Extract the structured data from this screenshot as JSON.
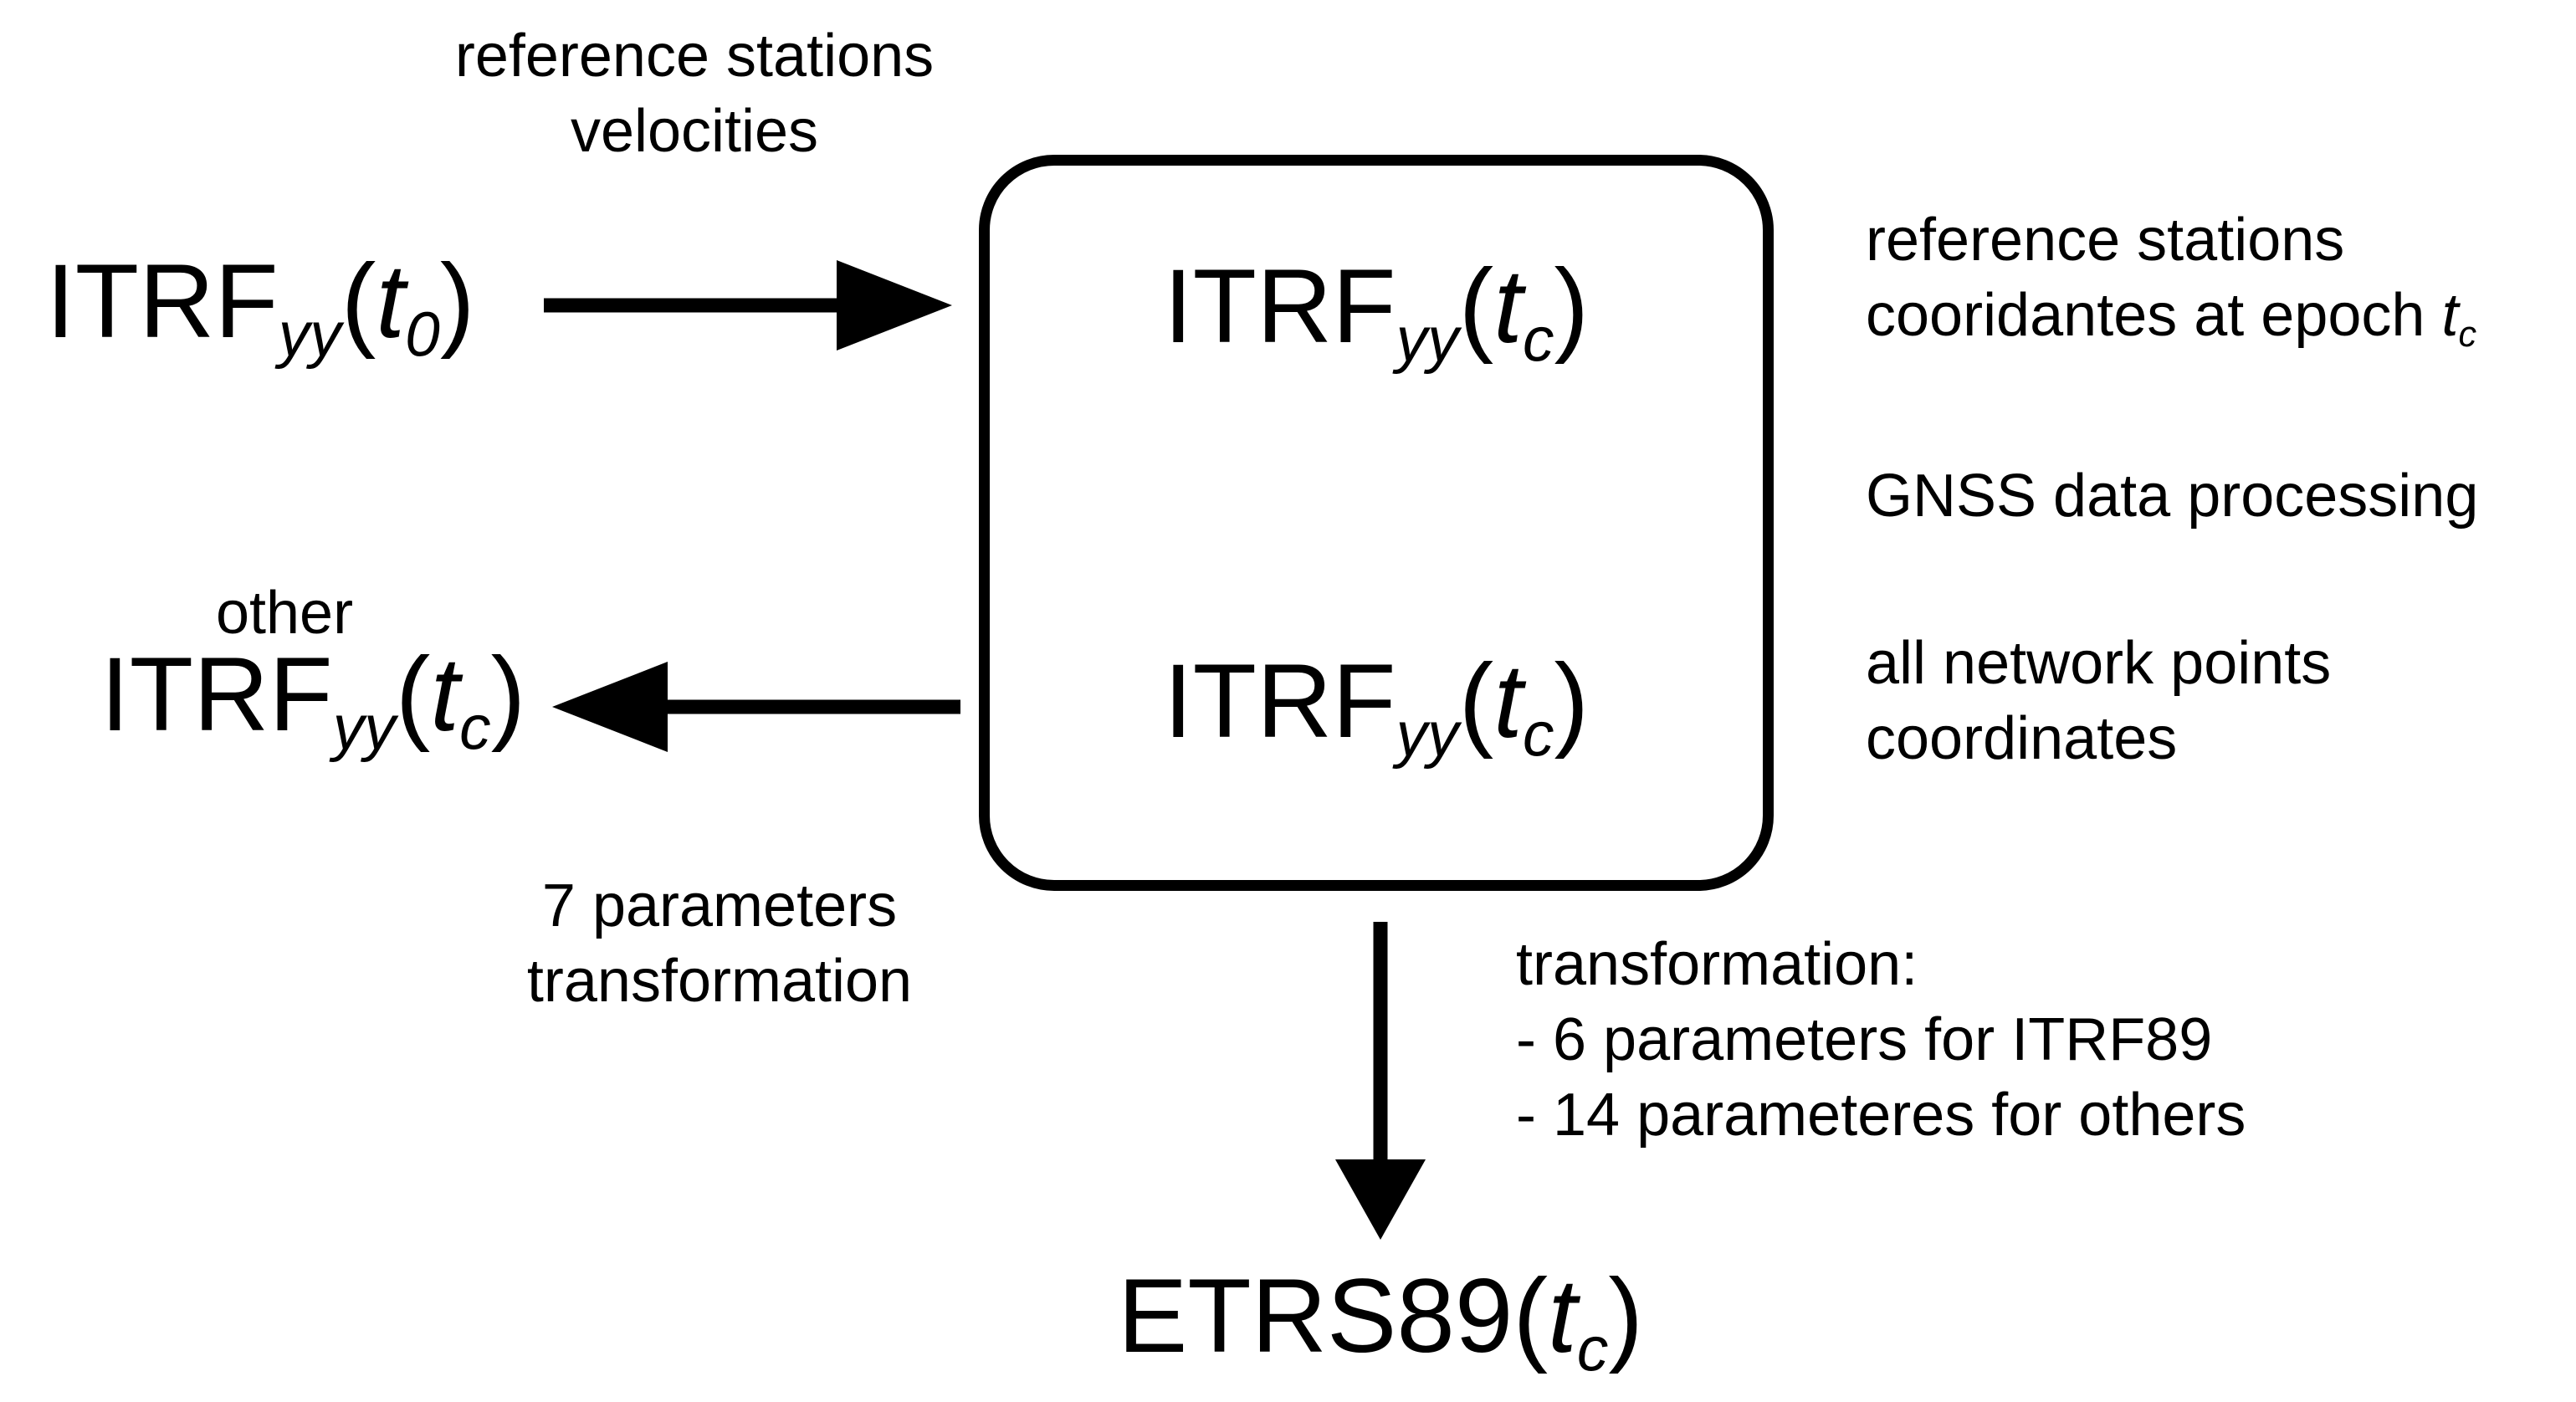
{
  "diagram": {
    "top_left_label": {
      "line1": "reference stations",
      "line2": "velocities"
    },
    "itrf_t0": {
      "base": "ITRF",
      "sub": "yy",
      "open": "(",
      "var": "t",
      "varsub": "0",
      "close": ")"
    },
    "box_top": {
      "base": "ITRF",
      "sub": "yy",
      "open": "(",
      "var": "t",
      "varsub": "c",
      "close": ")"
    },
    "box_bottom": {
      "base": "ITRF",
      "sub": "yy",
      "open": "(",
      "var": "t",
      "varsub": "c",
      "close": ")"
    },
    "right_label_top": {
      "line1": "reference stations",
      "line2_text": "cooridantes at epoch ",
      "line2_var": "t",
      "line2_varsub": "c"
    },
    "right_label_mid": {
      "text": "GNSS data processing"
    },
    "right_label_bottom": {
      "line1": "all network points",
      "line2": "coordinates"
    },
    "other_itrf": {
      "word": "other",
      "base": "ITRF",
      "sub": "yy",
      "open": "(",
      "var": "t",
      "varsub": "c",
      "close": ")"
    },
    "seven_params": {
      "line1": "7 parameters",
      "line2": "transformation"
    },
    "transform_note": {
      "line1": "transformation:",
      "line2": "- 6 parameters for ITRF89",
      "line3": "- 14 parameteres for others"
    },
    "etrs89": {
      "base": "ETRS89",
      "open": "(",
      "var": "t",
      "varsub": "c",
      "close": ")"
    }
  },
  "colors": {
    "foreground": "#000000",
    "background": "#ffffff"
  }
}
